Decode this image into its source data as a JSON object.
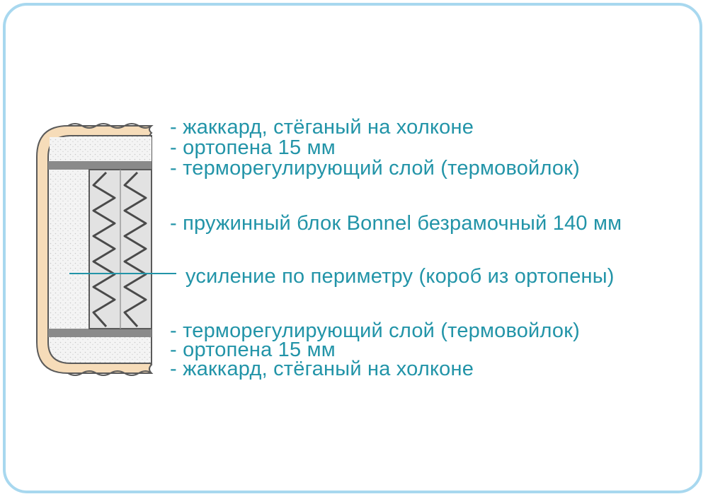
{
  "colors": {
    "frame": "#a8d8ef",
    "text": "#2294a8",
    "cover": "#f6dcb9",
    "outline": "#5a5a5a",
    "foam": "#f3f3f3",
    "felt": "#8a8a8a",
    "spring_block": "#e2e2e2"
  },
  "labels": {
    "top_jacquard": "- жаккард, стёганый на холконе",
    "top_orthofoam": "- ортопена 15 мм",
    "top_thermo": "- терморегулирующий слой (термовойлок)",
    "spring_block": "- пружинный блок Bonnel безрамочный 140 мм",
    "perimeter": "усиление по периметру (короб из ортопены)",
    "bottom_thermo": "- терморегулирующий слой (термовойлок)",
    "bottom_orthofoam": "- ортопена 15 мм",
    "bottom_jacquard": "- жаккард, стёганый на холконе"
  }
}
